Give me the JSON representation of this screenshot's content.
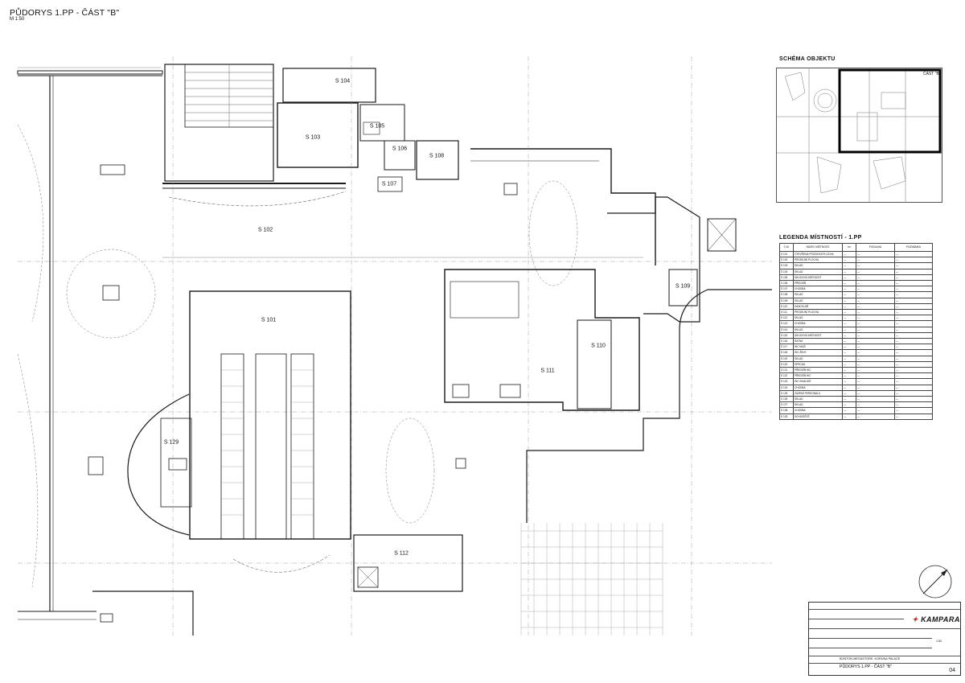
{
  "sheet": {
    "title": "PŮDORYS 1.PP - ČÁST \"B\"",
    "scale": "M 1:50"
  },
  "rooms": [
    {
      "id": "S 101",
      "label": "S 101"
    },
    {
      "id": "S 102",
      "label": "S 102"
    },
    {
      "id": "S 103",
      "label": "S 103"
    },
    {
      "id": "S 104",
      "label": "S 104"
    },
    {
      "id": "S 105",
      "label": "S 105"
    },
    {
      "id": "S 106",
      "label": "S 106"
    },
    {
      "id": "S 107",
      "label": "S 107"
    },
    {
      "id": "S 108",
      "label": "S 108"
    },
    {
      "id": "S 109",
      "label": "S 109"
    },
    {
      "id": "S 110",
      "label": "S 110"
    },
    {
      "id": "S 111",
      "label": "S 111"
    },
    {
      "id": "S 112",
      "label": "S 112"
    },
    {
      "id": "S 129",
      "label": "S 129"
    }
  ],
  "schema": {
    "title": "SCHÉMA OBJEKTU",
    "part_label": "ČÁST \"B\""
  },
  "legend": {
    "title": "LEGENDA MÍSTNOSTÍ - 1.PP",
    "headers": [
      "Č.M.",
      "NÁZEV MÍSTNOSTI",
      "m²",
      "PODLAHA",
      "POZNÁMKA"
    ],
    "rows": [
      [
        "S 101",
        "OTEVŘENÁ PRODEJNÍ PLOCHA",
        "—",
        "—",
        "—"
      ],
      [
        "S 102",
        "PRODEJNÍ PLOCHA",
        "—",
        "—",
        "—"
      ],
      [
        "S 103",
        "SKLAD",
        "—",
        "—",
        "—"
      ],
      [
        "S 104",
        "SKLAD",
        "—",
        "—",
        "—"
      ],
      [
        "S 105",
        "ÚKLIDOVÁ MÍSTNOST",
        "—",
        "—",
        "—"
      ],
      [
        "S 106",
        "PŘEDSÍŇ",
        "—",
        "—",
        "—"
      ],
      [
        "S 107",
        "CHODBA",
        "—",
        "—",
        "—"
      ],
      [
        "S 108",
        "SKLAD",
        "—",
        "—",
        "—"
      ],
      [
        "S 109",
        "SKLAD",
        "—",
        "—",
        "—"
      ],
      [
        "S 110",
        "KANCELÁŘ",
        "—",
        "—",
        "—"
      ],
      [
        "S 111",
        "PRODEJNÍ PLOCHA",
        "—",
        "—",
        "—"
      ],
      [
        "S 112",
        "SKLAD",
        "—",
        "—",
        "—"
      ],
      [
        "S 113",
        "CHODBA",
        "—",
        "—",
        "—"
      ],
      [
        "S 114",
        "SKLAD",
        "—",
        "—",
        "—"
      ],
      [
        "S 115",
        "ÚKLIDOVÁ MÍSTNOST",
        "—",
        "—",
        "—"
      ],
      [
        "S 116",
        "ŠATNA",
        "—",
        "—",
        "—"
      ],
      [
        "S 117",
        "WC MUŽI",
        "—",
        "—",
        "—"
      ],
      [
        "S 118",
        "WC ŽENY",
        "—",
        "—",
        "—"
      ],
      [
        "S 119",
        "SKLAD",
        "—",
        "—",
        "—"
      ],
      [
        "S 120",
        "SPRCHA",
        "—",
        "—",
        "—"
      ],
      [
        "S 121",
        "PŘEDSÍŇ WC",
        "—",
        "—",
        "—"
      ],
      [
        "S 122",
        "PŘEDSÍŇ WC",
        "—",
        "—",
        "—"
      ],
      [
        "S 123",
        "WC INVALIDÉ",
        "—",
        "—",
        "—"
      ],
      [
        "S 124",
        "CHODBA",
        "—",
        "—",
        "—"
      ],
      [
        "S 125",
        "ZÁZEMÍ PERSONÁLU",
        "—",
        "—",
        "—"
      ],
      [
        "S 126",
        "SKLAD",
        "—",
        "—",
        "—"
      ],
      [
        "S 127",
        "SKLAD",
        "—",
        "—",
        "—"
      ],
      [
        "S 128",
        "CHODBA",
        "—",
        "—",
        "—"
      ],
      [
        "S 129",
        "SCHODIŠTĚ",
        "—",
        "—",
        "—"
      ]
    ]
  },
  "titleblock": {
    "company": "KAMPARA",
    "project": "BONTON MEGASTORE, KORUNA PALACE",
    "drawing_title": "PŮDORYS 1.PP - ČÁST \"B\"",
    "scale": "1:50",
    "sheet_number": "04"
  },
  "colors": {
    "line": "#1a1a1a",
    "thin": "#666666",
    "hatch": "#9a9a9a",
    "logo_red": "#c0392b"
  }
}
